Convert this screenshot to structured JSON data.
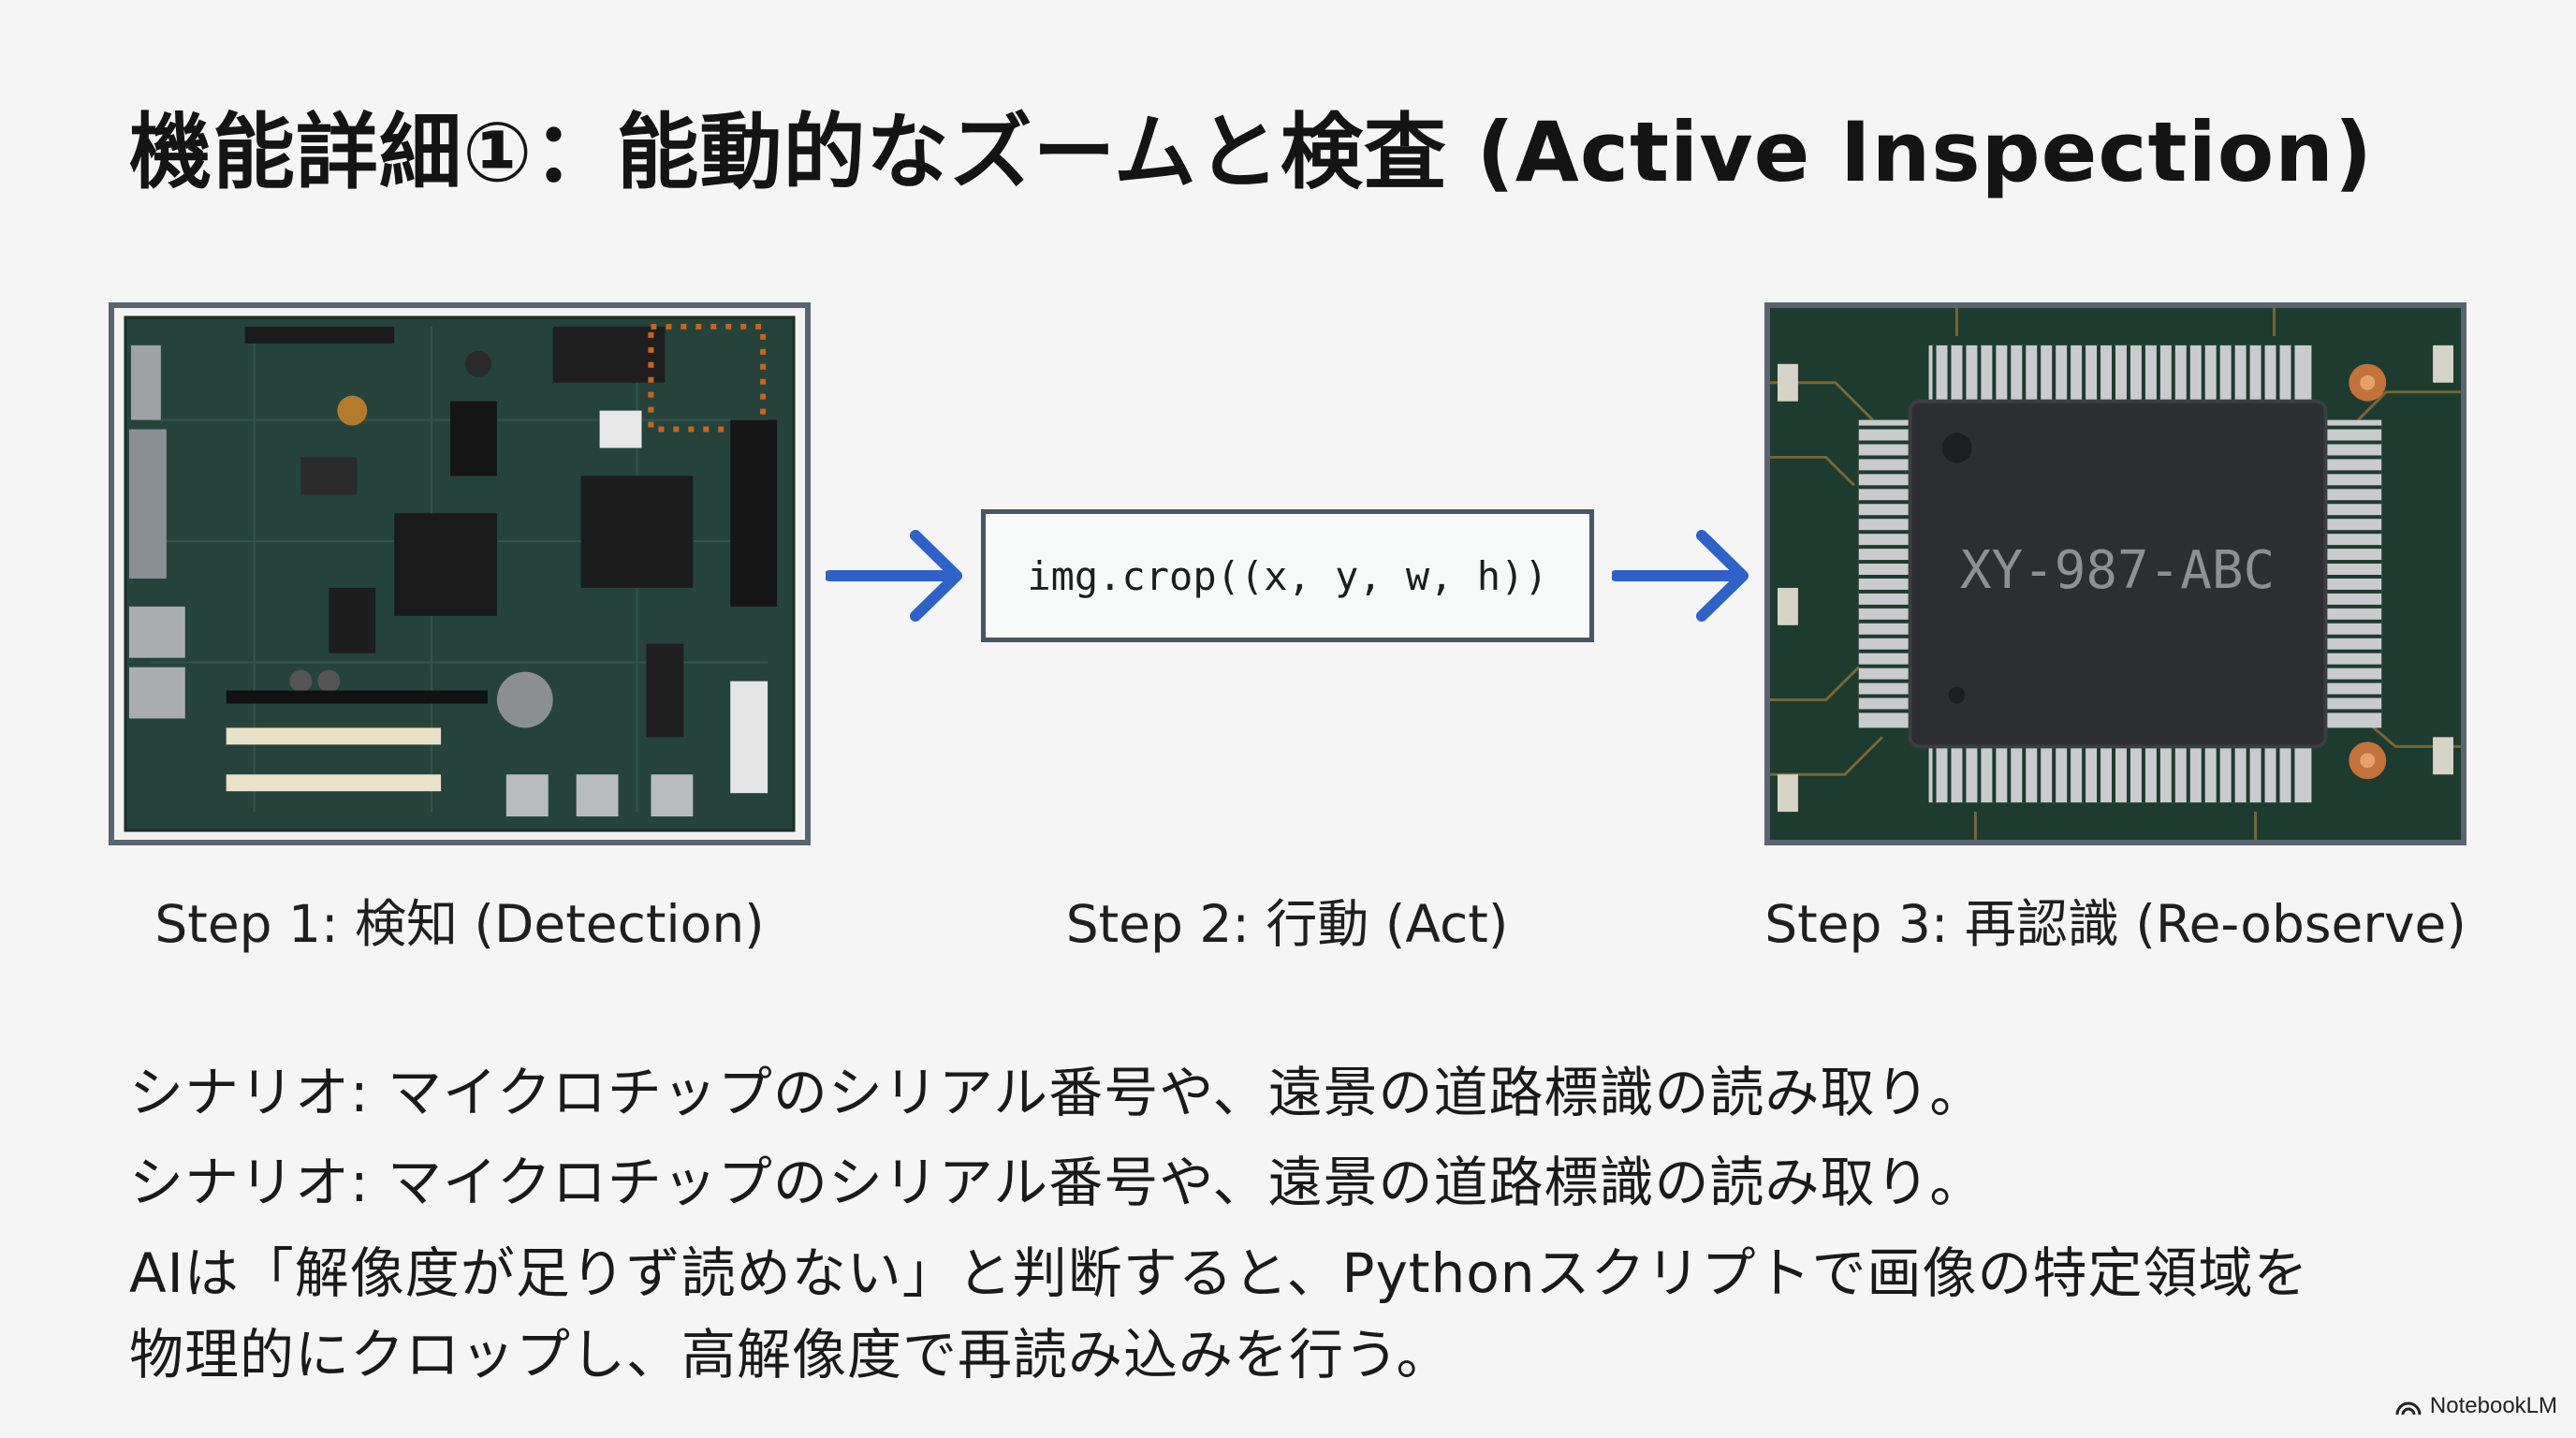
{
  "slide": {
    "title": "機能詳細①：能動的なズームと検査 (Active Inspection)"
  },
  "steps": [
    {
      "caption": "Step 1: 検知 (Detection)"
    },
    {
      "caption": "Step 2: 行動 (Act)"
    },
    {
      "caption": "Step 3: 再認識 (Re-observe)"
    }
  ],
  "code": {
    "text": "img.crop((x, y, w, h))"
  },
  "chip": {
    "marking": "XY-987-ABC"
  },
  "body": {
    "line1": "シナリオ: マイクロチップのシリアル番号や、遠景の道路標識の読み取り。",
    "line2": "シナリオ: マイクロチップのシリアル番号や、遠景の道路標識の読み取り。",
    "line3": "AIは「解像度が足りず読めない」と判断すると、Pythonスクリプトで画像の特定領域を",
    "line4": "物理的にクロップし、高解像度で再読み込みを行う。"
  },
  "brand": {
    "name": "NotebookLM",
    "icon": "notebooklm-logo-icon"
  },
  "colors": {
    "arrow": "#2f62c8",
    "pcb": "#1f3a2e",
    "chip": "#2c2e30",
    "pad": "#c2723a"
  }
}
